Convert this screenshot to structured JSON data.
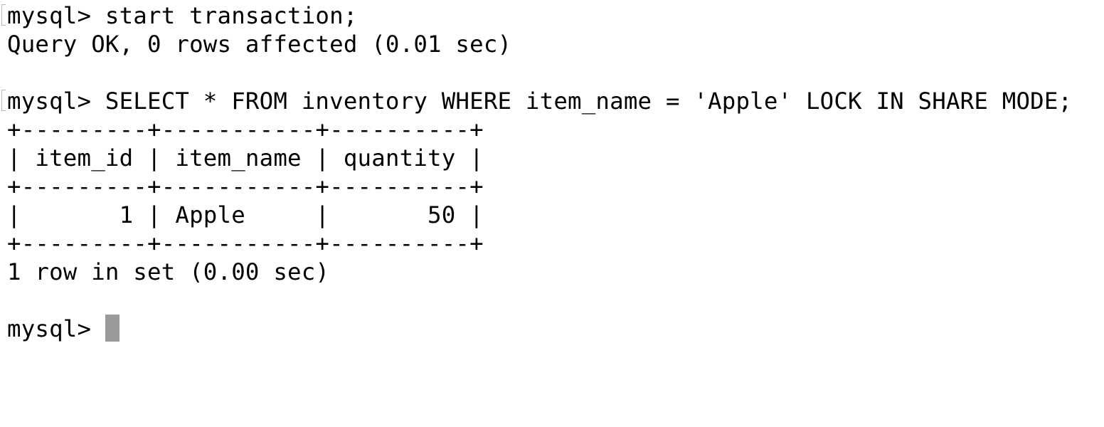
{
  "terminal": {
    "lines": [
      "mysql> start transaction;",
      "Query OK, 0 rows affected (0.01 sec)",
      "",
      "mysql> SELECT * FROM inventory WHERE item_name = 'Apple' LOCK IN SHARE MODE;",
      "+---------+-----------+----------+",
      "| item_id | item_name | quantity |",
      "+---------+-----------+----------+",
      "|       1 | Apple     |       50 |",
      "+---------+-----------+----------+",
      "1 row in set (0.00 sec)",
      ""
    ],
    "prompt": "mysql> "
  },
  "colors": {
    "background": "#ffffff",
    "text": "#000000",
    "cursor": "#9a9a9a"
  }
}
